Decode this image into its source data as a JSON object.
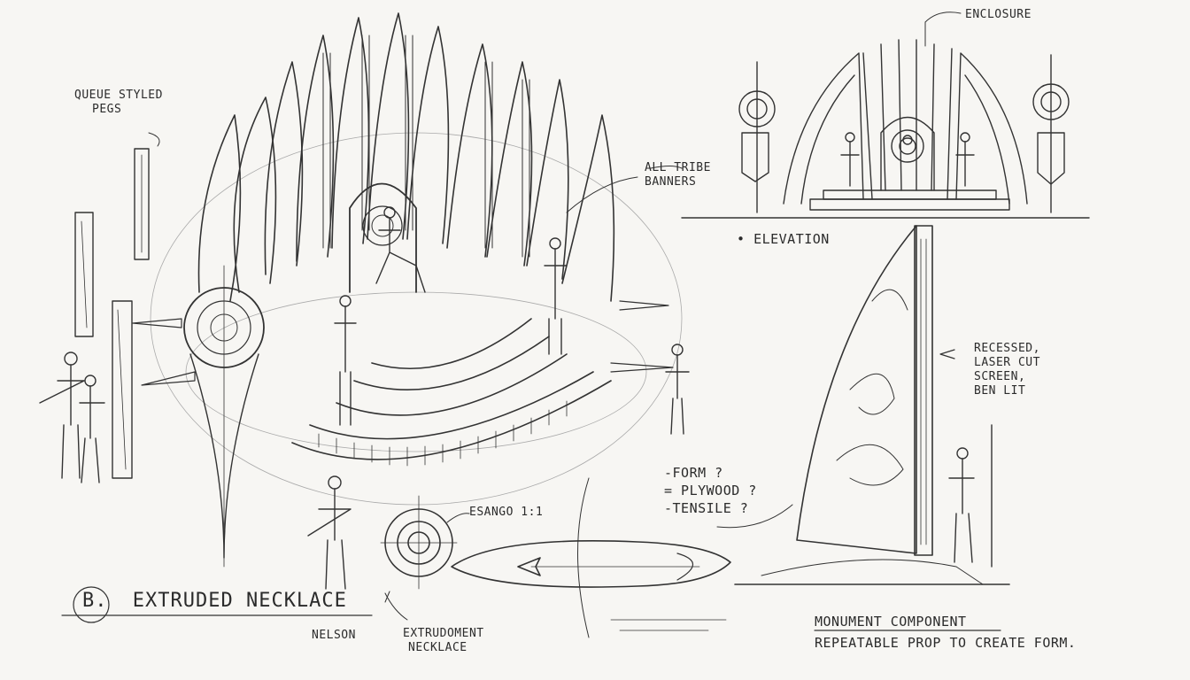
{
  "annotations": {
    "queue_pegs": [
      "QUEUE STYLED",
      "PEGS"
    ],
    "enclosure": "ENCLOSURE",
    "all_tribe_banners": [
      "ALL TRIBE",
      "BANNERS"
    ],
    "elevation": "ELEVATION",
    "recessed_screen": [
      "RECESSED,",
      "LASER CUT",
      "SCREEN,",
      "BEN LIT"
    ],
    "material_options": [
      "-FORM ?",
      "= PLYWOOD ?",
      "-TENSILE ?"
    ],
    "detail_callout": "ESANGO 1:1",
    "title": "EXTRUDED NECKLACE",
    "title_prefix": "B.",
    "author": "NELSON",
    "extrusion_note": [
      "EXTRUDOMENT",
      "NECKLACE"
    ],
    "monument_component": "MONUMENT COMPONENT",
    "repeatable_prop": "REPEATABLE PROP TO CREATE FORM."
  },
  "colors": {
    "paper": "#f7f6f3",
    "ink": "#333333"
  }
}
